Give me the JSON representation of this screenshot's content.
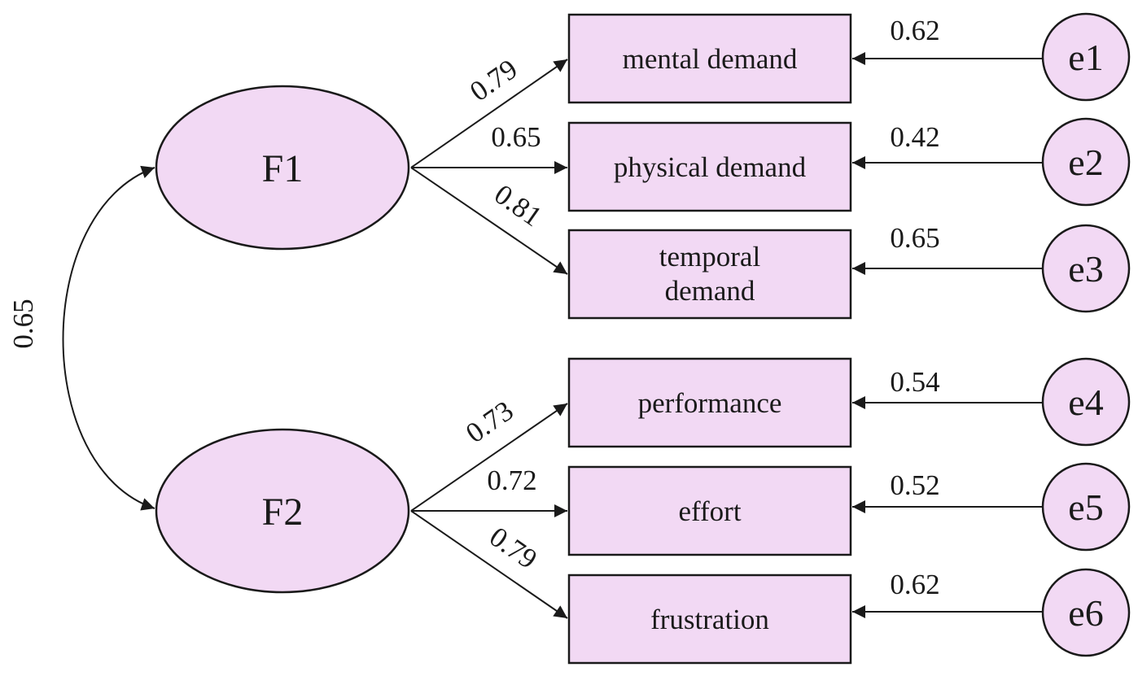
{
  "factors": [
    {
      "id": "F1",
      "label": "F1"
    },
    {
      "id": "F2",
      "label": "F2"
    }
  ],
  "correlation": {
    "label": "0.65"
  },
  "indicators": [
    {
      "id": "mental",
      "lines": [
        "mental demand"
      ],
      "loading": "0.79",
      "error": "e1",
      "error_value": "0.62"
    },
    {
      "id": "physical",
      "lines": [
        "physical demand"
      ],
      "loading": "0.65",
      "error": "e2",
      "error_value": "0.42"
    },
    {
      "id": "temporal",
      "lines": [
        "temporal",
        "demand"
      ],
      "loading": "0.81",
      "error": "e3",
      "error_value": "0.65"
    },
    {
      "id": "performance",
      "lines": [
        "performance"
      ],
      "loading": "0.73",
      "error": "e4",
      "error_value": "0.54"
    },
    {
      "id": "effort",
      "lines": [
        "effort"
      ],
      "loading": "0.72",
      "error": "e5",
      "error_value": "0.52"
    },
    {
      "id": "frustration",
      "lines": [
        "frustration"
      ],
      "loading": "0.79",
      "error": "e6",
      "error_value": "0.62"
    }
  ],
  "colors": {
    "node_fill": "#f2d9f4",
    "stroke": "#1a1a1a"
  }
}
